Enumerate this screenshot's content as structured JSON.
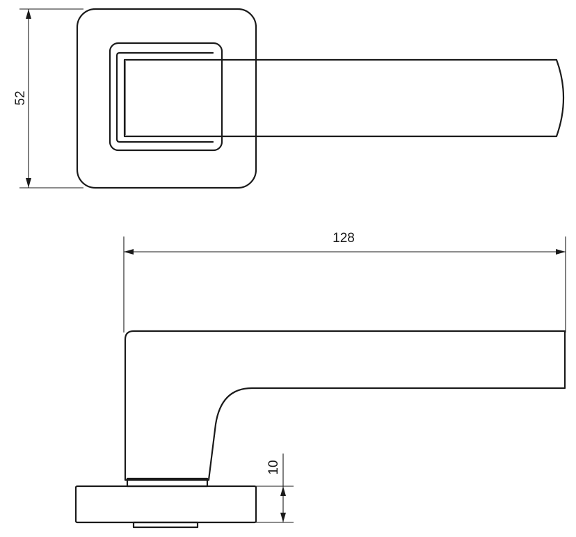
{
  "dimensions": {
    "rose_height": "52",
    "lever_length": "128",
    "rose_thickness": "10"
  },
  "colors": {
    "line": "#1a1a1a",
    "background": "#ffffff"
  }
}
